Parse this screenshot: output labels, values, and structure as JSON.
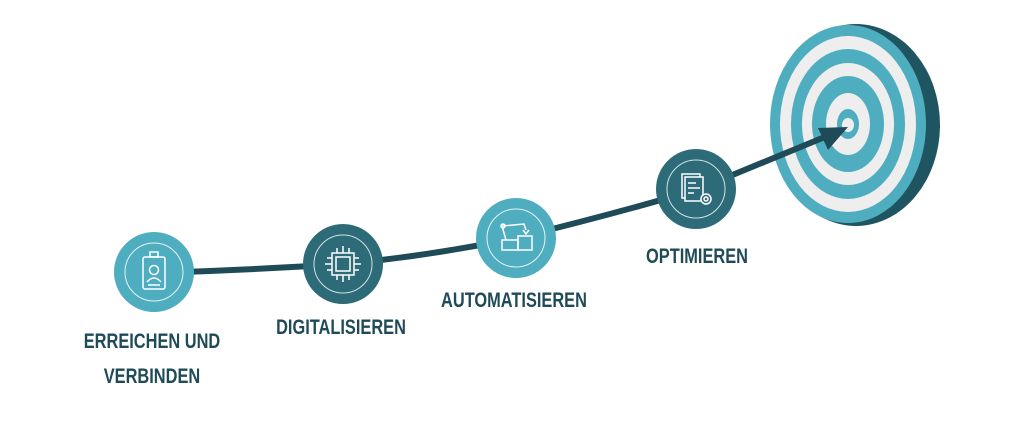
{
  "steps": [
    {
      "label_lines": [
        "ERREICHEN UND",
        "VERBINDEN"
      ],
      "icon": "worker-badge-icon",
      "color": "#4fadc0"
    },
    {
      "label_lines": [
        "DIGITALISIEREN"
      ],
      "icon": "chip-icon",
      "color": "#2e6b78"
    },
    {
      "label_lines": [
        "AUTOMATISIEREN"
      ],
      "icon": "robot-arm-icon",
      "color": "#4fadc0"
    },
    {
      "label_lines": [
        "OPTIMIEREN"
      ],
      "icon": "document-gear-icon",
      "color": "#2e6b78"
    }
  ],
  "colors": {
    "path": "#1f4a57",
    "light": "#4fadc0",
    "dark": "#2e6b78",
    "target_white": "#eeeeee",
    "target_rim": "#1f5560"
  }
}
